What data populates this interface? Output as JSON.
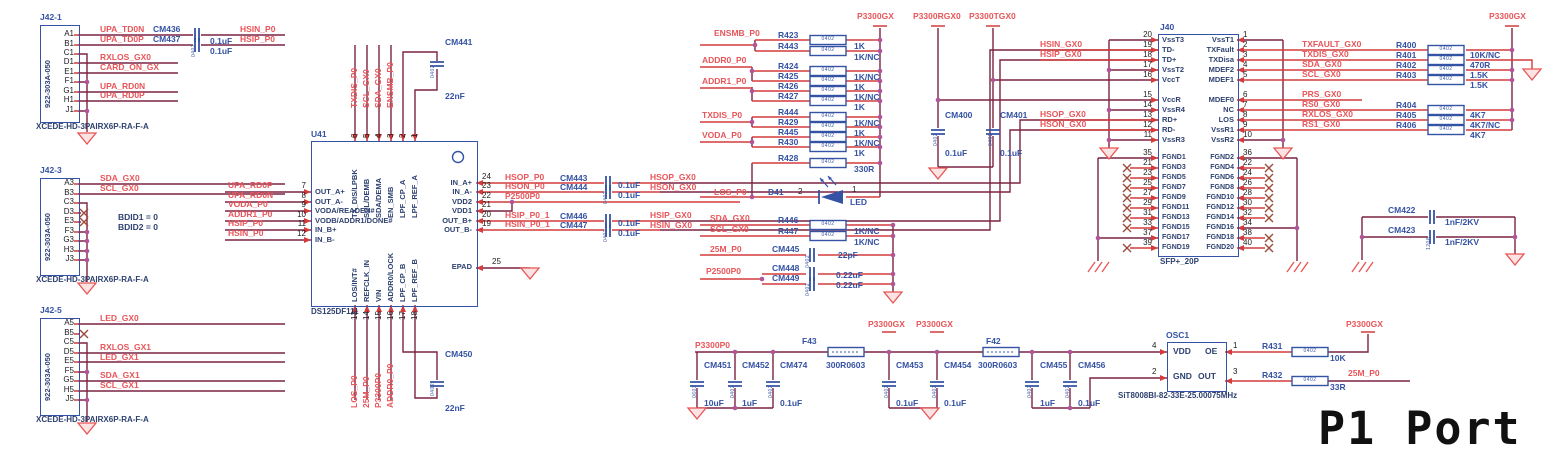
{
  "title": "P1 Port",
  "colors": {
    "wire": "#7a2342",
    "net_text": "#e8565a",
    "component": "#3553a4",
    "junction": "#b05599",
    "accent_red": "#d43c3c"
  },
  "pkg": {
    "r0402": "0402",
    "c0402": "0402",
    "c0603": "0603",
    "c1206": "1206"
  },
  "connectors": {
    "j42_1": {
      "ref": "J42-1",
      "series": "922-303A-050",
      "part": "XCEDE-HD-3PAIRX6P-RA-F-A",
      "pins": [
        "A1",
        "B1",
        "C1",
        "D1",
        "E1",
        "F1",
        "G1",
        "H1",
        "J1"
      ],
      "nets_left": [
        "UPA_TD0N",
        "UPA_TD0P",
        "RXLOS_GX0",
        "CARD_ON_GX",
        "UPA_RD0N",
        "UPA_RD0P"
      ],
      "cap1": "CM436",
      "cap2": "CM437",
      "cap1_val": "0.1uF",
      "cap2_val": "0.1uF",
      "nets_right": [
        "HSIN_P0",
        "HSIP_P0"
      ]
    },
    "j42_3": {
      "ref": "J42-3",
      "series": "922-303A-050",
      "part": "XCEDE-HD-3PAIRX6P-RA-F-A",
      "pins": [
        "A3",
        "B3",
        "C3",
        "D3",
        "E3",
        "F3",
        "G3",
        "H3",
        "J3"
      ],
      "nets": [
        "SDA_GX0",
        "SCL_GX0"
      ],
      "notes": [
        "BDID1 = 0",
        "BDID2 = 0"
      ]
    },
    "j42_5": {
      "ref": "J42-5",
      "series": "922-303A-050",
      "part": "XCEDE-HD-3PAIRX6P-RA-F-A",
      "pins": [
        "A5",
        "B5",
        "C5",
        "D5",
        "E5",
        "F5",
        "G5",
        "H5",
        "J5"
      ],
      "nets": [
        "LED_GX0",
        "RXLOS_GX1",
        "LED_GX1",
        "SDA_GX1",
        "SCL_GX1"
      ]
    }
  },
  "u41": {
    "ref": "U41",
    "part": "DS125DF111",
    "top_nums": [
      "6",
      "5",
      "4",
      "3",
      "2",
      "1"
    ],
    "top_names": [
      "TX_DIS/LPBK",
      "SCL/DEMB",
      "SDA/DEMA",
      "EN_SMB",
      "LPF_CP_A",
      "LPF_REF_A"
    ],
    "top_nets": [
      "TXDIS_P0",
      "SCL_GX0",
      "SDA_GX0",
      "ENSMB_P0"
    ],
    "left_nums": [
      "7",
      "8",
      "9",
      "10",
      "11",
      "12"
    ],
    "left_names": [
      "OUT_A+",
      "OUT_A-",
      "VODA/READEN#",
      "VODB/ADDR1/DONE#",
      "IN_B+",
      "IN_B-"
    ],
    "left_nets": [
      "UPA_RD0P",
      "UPA_RD0N",
      "VODA_P0",
      "ADDR1_P0",
      "HSIP_P0",
      "HSIN_P0"
    ],
    "right_nums": [
      "24",
      "23",
      "22",
      "21",
      "20",
      "19"
    ],
    "right_names": [
      "IN_A+",
      "IN_A-",
      "VDD2",
      "VDD1",
      "OUT_B+",
      "OUT_B-"
    ],
    "right_nets": [
      "HSOP_P0",
      "HSON_P0",
      "P2500P0",
      "HSIP_P0_1",
      "HSIN_P0_1"
    ],
    "bottom_nums": [
      "13",
      "14",
      "15",
      "16",
      "17",
      "18"
    ],
    "bottom_names": [
      "LOS/INT#",
      "REFCLK_IN",
      "VIN",
      "ADDR0/LOCK",
      "LPF_CP_B",
      "LPF_REF_B"
    ],
    "bottom_nets": [
      "LOS_P0",
      "25M_P0",
      "P3300P0",
      "ADDR0_P0"
    ],
    "epad_name": "EPAD",
    "epad_num": "25",
    "cm441_ref": "CM441",
    "cm441_val": "22nF",
    "cm450_ref": "CM450",
    "cm450_val": "22nF"
  },
  "coupling": {
    "caps": [
      {
        "ref": "CM443",
        "val": "0.1uF"
      },
      {
        "ref": "CM444",
        "val": "0.1uF"
      },
      {
        "ref": "CM446",
        "val": "0.1uF"
      },
      {
        "ref": "CM447",
        "val": "0.1uF"
      }
    ],
    "right_nets": [
      "HSOP_GX0",
      "HSON_GX0",
      "HSIP_GX0",
      "HSIN_GX0"
    ]
  },
  "bank": {
    "nets": [
      "ENSMB_P0",
      "ADDR0_P0",
      "ADDR1_P0",
      "TXDIS_P0",
      "VODA_P0"
    ],
    "resistors": [
      {
        "ref": "R423",
        "val": "1K"
      },
      {
        "ref": "R443",
        "val": "1K/NC"
      },
      {
        "ref": "R424",
        "val": "1K/NC"
      },
      {
        "ref": "R425",
        "val": "1K"
      },
      {
        "ref": "R426",
        "val": "1K/NC"
      },
      {
        "ref": "R427",
        "val": "1K"
      },
      {
        "ref": "R444",
        "val": "1K/NC"
      },
      {
        "ref": "R429",
        "val": "1K"
      },
      {
        "ref": "R445",
        "val": "1K/NC"
      },
      {
        "ref": "R430",
        "val": "1K"
      },
      {
        "ref": "R428",
        "val": "330R"
      }
    ],
    "led": {
      "net": "LOS_P0",
      "ref": "D41",
      "pin_k": "2",
      "pin_a": "1",
      "val": "LED"
    },
    "i2c_nets": [
      "SDA_GX0",
      "SCL_GX0"
    ],
    "i2c_resistors": [
      {
        "ref": "R446",
        "val": "1K/NC"
      },
      {
        "ref": "R447",
        "val": "1K/NC"
      }
    ],
    "clk_net": "25M_P0",
    "clk_cap_ref": "CM445",
    "clk_cap_val": "22pF",
    "p2500_net": "P2500P0",
    "p2500_caps": [
      {
        "ref": "CM448",
        "val": "0.22uF"
      },
      {
        "ref": "CM449",
        "val": "0.22uF"
      }
    ],
    "pwr_flag": "P3300GX"
  },
  "supplies": {
    "rgx_flag": "P3300RGX0",
    "rgx_cap_ref": "CM400",
    "rgx_cap_val": "0.1uF",
    "tgx_flag": "P3300TGX0",
    "tgx_cap_ref": "CM401",
    "tgx_cap_val": "0.1uF"
  },
  "j40": {
    "ref": "J40",
    "part": "SFP+_20P",
    "left_nums": [
      "20",
      "19",
      "18",
      "17",
      "16",
      "15",
      "14",
      "13",
      "12",
      "11"
    ],
    "left_names": [
      "VssT3",
      "TD-",
      "TD+",
      "VssT2",
      "VccT",
      "VccR",
      "VssR4",
      "RD+",
      "RD-",
      "VssR3"
    ],
    "left_nets": [
      "HSIN_GX0",
      "HSIP_GX0",
      "HSOP_GX0",
      "HSON_GX0"
    ],
    "right_nums": [
      "1",
      "2",
      "3",
      "4",
      "5",
      "6",
      "7",
      "8",
      "9",
      "10"
    ],
    "right_names": [
      "VssT1",
      "TXFault",
      "TXDisa",
      "MDEF2",
      "MDEF1",
      "MDEF0",
      "NC",
      "LOS",
      "VssR1",
      "VssR2"
    ],
    "right_nets": [
      "TXFAULT_GX0",
      "TXDIS_GX0",
      "SDA_GX0",
      "SCL_GX0",
      "PRS_GX0",
      "RS0_GX0",
      "RXLOS_GX0",
      "RS1_GX0"
    ],
    "fgnd_left_nums": [
      "35",
      "21",
      "23",
      "25",
      "27",
      "29",
      "31",
      "33",
      "37",
      "39"
    ],
    "fgnd_left_names": [
      "FGND1",
      "FGND3",
      "FGND5",
      "FGND7",
      "FGND9",
      "FGND11",
      "FGND13",
      "FGND15",
      "FGND17",
      "FGND19"
    ],
    "fgnd_right_names": [
      "FGND2",
      "FGND4",
      "FGND6",
      "FGND8",
      "FGND10",
      "FGND12",
      "FGND14",
      "FGND16",
      "FGND18",
      "FGND20"
    ],
    "fgnd_right_nums": [
      "36",
      "22",
      "24",
      "26",
      "28",
      "30",
      "32",
      "34",
      "38",
      "40"
    ],
    "resistors": [
      {
        "ref": "R400",
        "val": "10K/NC"
      },
      {
        "ref": "R401",
        "val": "470R"
      },
      {
        "ref": "R402",
        "val": "1.5K"
      },
      {
        "ref": "R403",
        "val": "1.5K"
      },
      {
        "ref": "R404",
        "val": "4K7"
      },
      {
        "ref": "R405",
        "val": "4K7/NC"
      },
      {
        "ref": "R406",
        "val": "4K7"
      }
    ],
    "pwr_flag": "P3300GX"
  },
  "iso": {
    "caps": [
      {
        "ref": "CM422",
        "val": "1nF/2KV"
      },
      {
        "ref": "CM423",
        "val": "1nF/2KV"
      }
    ]
  },
  "osc_section": {
    "net_in": "P3300P0",
    "caps_in": [
      {
        "ref": "CM451",
        "val": "10uF"
      },
      {
        "ref": "CM452",
        "val": "1uF"
      },
      {
        "ref": "CM474",
        "val": "0.1uF"
      }
    ],
    "f43_ref": "F43",
    "f43_val": "300R0603",
    "flag1": "P3300GX",
    "cap453_ref": "CM453",
    "cap453_val": "0.1uF",
    "flag2": "P3300GX",
    "cap454_ref": "CM454",
    "cap454_val": "0.1uF",
    "f42_ref": "F42",
    "f42_val": "300R0603",
    "caps_osc": [
      {
        "ref": "CM455",
        "val": "1uF"
      },
      {
        "ref": "CM456",
        "val": "0.1uF"
      }
    ],
    "osc_ref": "OSC1",
    "osc_part": "SiT8008BI-82-33E-25.00075MHz",
    "pin_vdd": "VDD",
    "pin_gnd": "GND",
    "pin_oe": "OE",
    "pin_out": "OUT",
    "num_vdd": "4",
    "num_gnd": "2",
    "num_oe": "1",
    "num_out": "3",
    "r431_ref": "R431",
    "r431_val": "10K",
    "r432_ref": "R432",
    "r432_val": "33R",
    "flag3": "P3300GX",
    "net_out": "25M_P0"
  }
}
